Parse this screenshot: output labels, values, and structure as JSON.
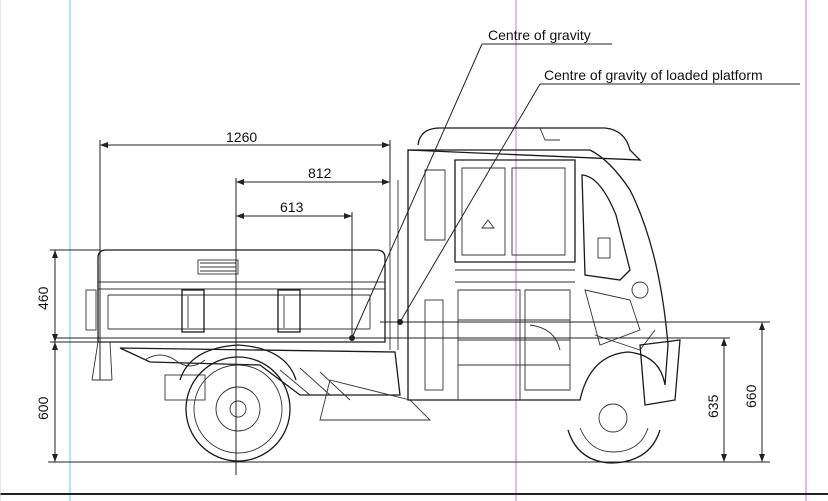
{
  "annotations": {
    "centre_of_gravity": "Centre of gravity",
    "centre_of_gravity_loaded": "Centre of gravity of loaded platform"
  },
  "dimensions": {
    "platform_length": "1260",
    "cg_loaded_to_cab": "812",
    "cg_to_cab": "613",
    "platform_height": "460",
    "platform_floor_height": "600",
    "cg_height": "635",
    "total_height_mark": "660"
  },
  "colors": {
    "guide_cyan": "#7fd6e6",
    "guide_magenta": "#d98ad9",
    "line": "#1a1a1a"
  }
}
